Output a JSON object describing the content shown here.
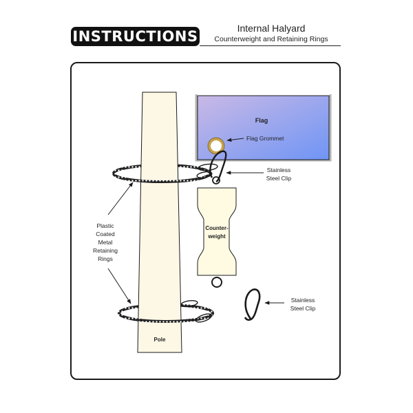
{
  "header": {
    "badge_label": "INSTRUCTIONS",
    "title": "Internal Halyard",
    "subtitle": "Counterweight and Retaining Rings"
  },
  "diagram": {
    "pole_label": "Pole",
    "flag_label": "Flag",
    "flag_grommet_label": "Flag Grommet",
    "stainless_clip_label": [
      "Stainless",
      "Steel Clip"
    ],
    "counterweight_label": [
      "Counter-",
      "weight"
    ],
    "retaining_rings_label": [
      "Plastic",
      "Coated",
      "Metal",
      "Retaining",
      "Rings"
    ],
    "loose_clip_label": [
      "Stainless",
      "Steel Clip"
    ]
  },
  "colors": {
    "pole_fill": "#fdf8e6",
    "counterweight_fill": "#fffbe3",
    "flag_gradient_start": "#c9b9e6",
    "flag_gradient_end": "#6f95f5",
    "grommet": "#c8a24a",
    "outline": "#1a1a1a"
  }
}
